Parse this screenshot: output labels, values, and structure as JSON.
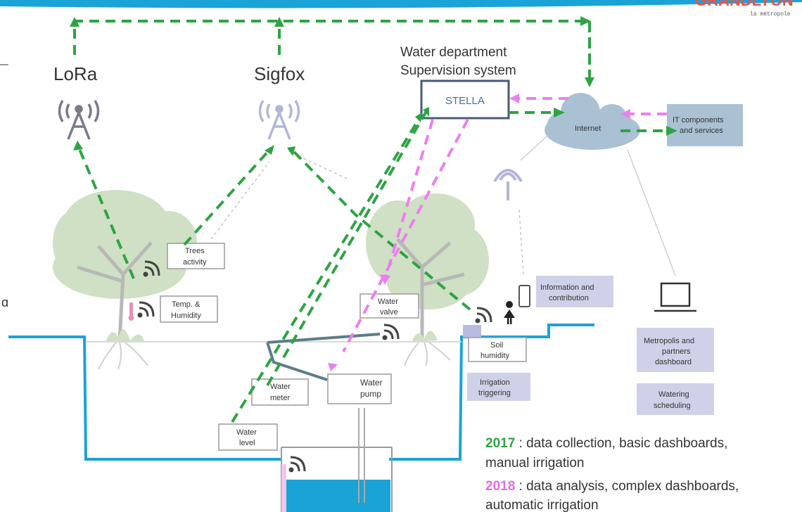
{
  "logo": {
    "brand": "GRANDLYON",
    "tagline": "la métropole"
  },
  "networks": {
    "lora": "LoRa",
    "sigfox": "Sigfox"
  },
  "supervision": {
    "line1": "Water department",
    "line2": "Supervision system",
    "stella": "STELLA"
  },
  "internet": "Internet",
  "it_components": {
    "line1": "IT components",
    "line2": "and services"
  },
  "sensors": {
    "trees_activity": {
      "line1": "Trees",
      "line2": "activity"
    },
    "temp_humidity": {
      "line1": "Temp. &",
      "line2": "Humidity"
    },
    "water_valve": {
      "line1": "Water",
      "line2": "valve"
    },
    "soil_humidity": {
      "line1": "Soil",
      "line2": "humidity"
    },
    "water_meter": {
      "line1": "Water",
      "line2": "meter"
    },
    "water_pump": {
      "line1": "Water",
      "line2": "pump"
    },
    "water_level": {
      "line1": "Water",
      "line2": "level"
    }
  },
  "services": {
    "information": {
      "line1": "Information and",
      "line2": "contribution"
    },
    "irrigation": {
      "line1": "Irrigation",
      "line2": "triggering"
    },
    "dashboard": {
      "line1": "Metropolis and",
      "line2": "partners",
      "line3": "dashboard"
    },
    "watering": {
      "line1": "Watering",
      "line2": "scheduling"
    }
  },
  "legend": {
    "y2017": "2017",
    "y2017_text": " : data collection, basic dashboards,",
    "y2017_text2": "manual irrigation",
    "y2018": "2018",
    "y2018_text": " : data analysis, complex dashboards,",
    "y2018_text2": "automatic irrigation"
  },
  "colors": {
    "green": "#2ea343",
    "pink": "#ec7ff0",
    "water": "#1aa3d6",
    "tree": "#cfe0c4",
    "stella_border": "#4a5a78"
  }
}
